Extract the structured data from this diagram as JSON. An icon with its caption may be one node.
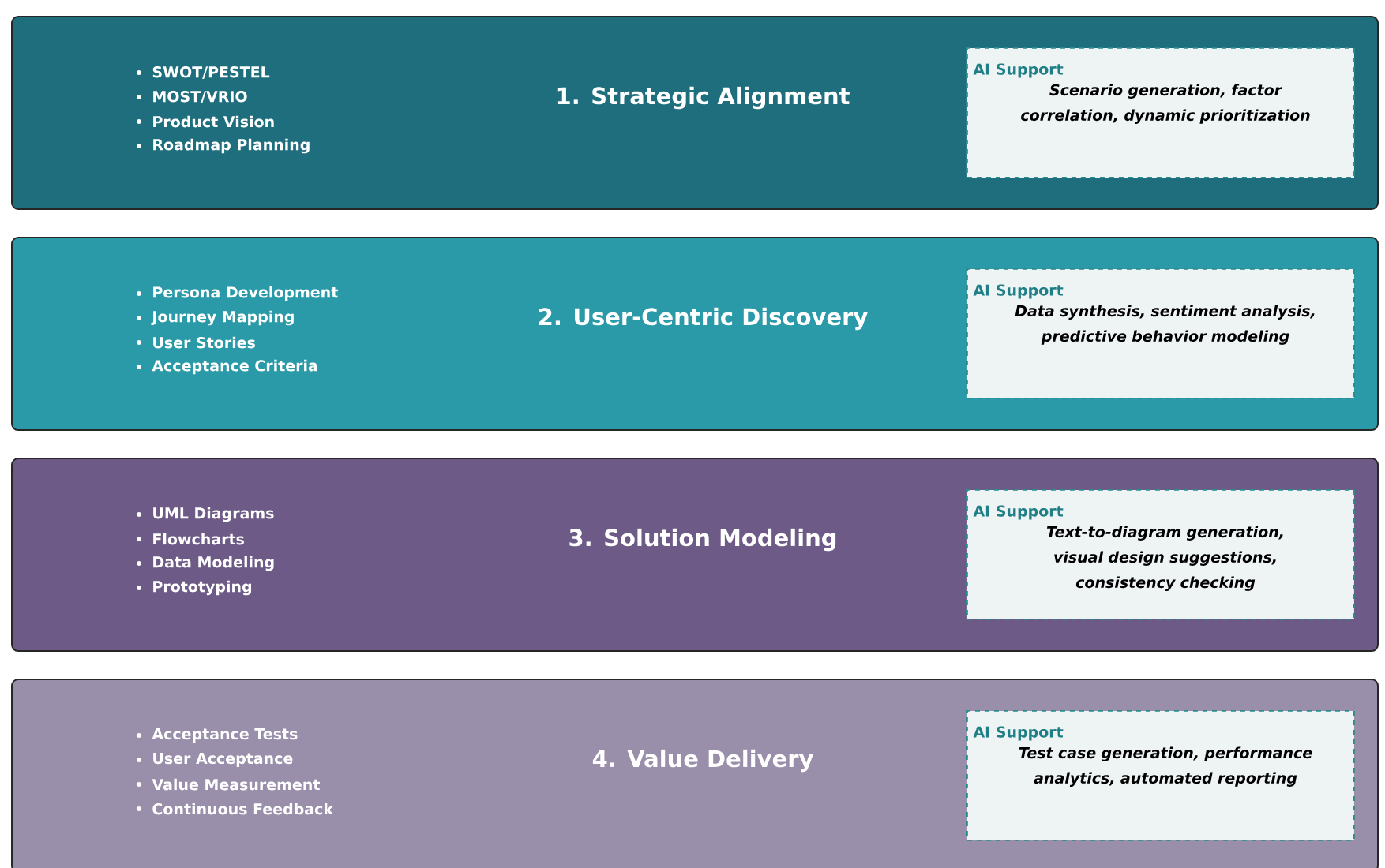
{
  "diagram": {
    "nodes": [
      {
        "text": [
          "SWOT/PESTEL",
          "MOST/VRIO",
          "Product Vision",
          "Roadmap Planning",
          "1. Strategic Alignment"
        ]
      },
      {
        "text": [
          "AI Support",
          "Scenario generation, factor correlation, dynamic prioritization"
        ],
        "in": 0
      },
      {
        "text": [
          "Persona Development",
          "Journey Mapping",
          "User Stories",
          "Acceptance Criteria",
          "2. User-Centric Discovery"
        ]
      },
      {
        "text": [
          "AI Support",
          "Data synthesis, sentiment analysis, predictive behavior modeling"
        ],
        "in": 2
      },
      {
        "text": [
          "UML Diagrams",
          "Flowcharts",
          "Data Modeling",
          "Prototyping",
          "3. Solution Modeling"
        ]
      },
      {
        "text": [
          "AI Support",
          "Text-to-diagram generation, visual design suggestions, consistency checking"
        ],
        "in": 4
      },
      {
        "text": [
          "Acceptance Tests",
          "User Acceptance",
          "Value Measurement",
          "Continuous Feedback",
          "4. Value Delivery"
        ]
      },
      {
        "text": [
          "AI Support",
          "Test case generation, performance analytics, automated reporting"
        ],
        "in": 6
      }
    ]
  }
}
